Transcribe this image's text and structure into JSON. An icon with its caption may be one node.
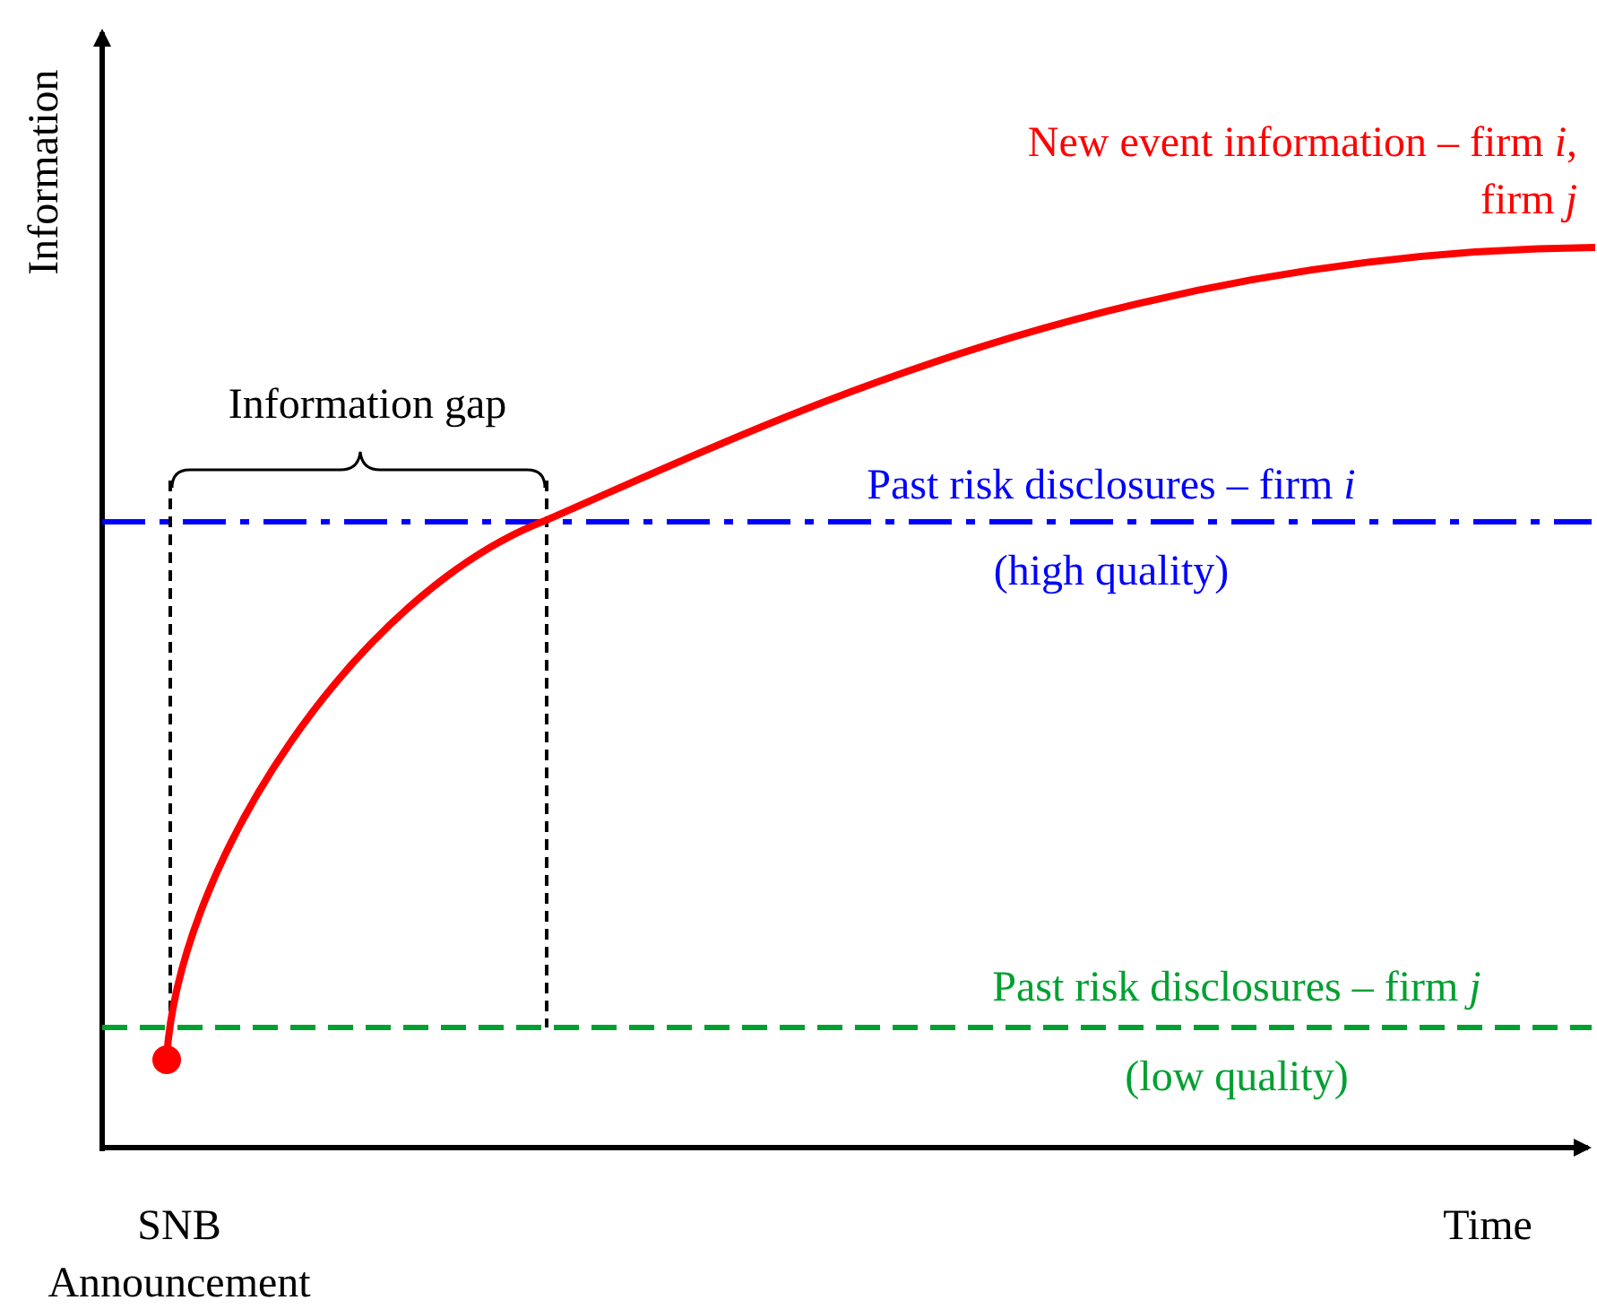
{
  "diagram": {
    "labels": [
      "Information",
      "New event information – firm *i*, firm *j*",
      "Information gap",
      "Past risk disclosures – firm *i*",
      "(high quality)",
      "Past risk disclosures – firm *j*",
      "(low quality)",
      "SNB Announcement",
      "Time"
    ]
  }
}
